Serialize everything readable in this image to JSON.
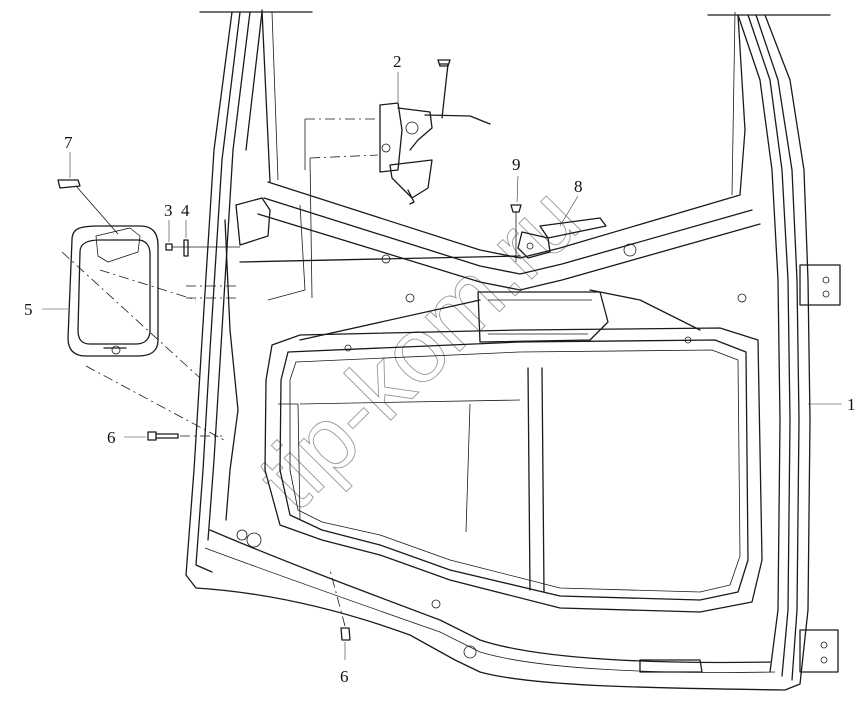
{
  "labels": {
    "l1": "1",
    "l2": "2",
    "l3": "3",
    "l4": "4",
    "l5": "5",
    "l6a": "6",
    "l6b": "6",
    "l7": "7",
    "l8": "8",
    "l9": "9"
  },
  "watermark": "tip-kom.ru"
}
